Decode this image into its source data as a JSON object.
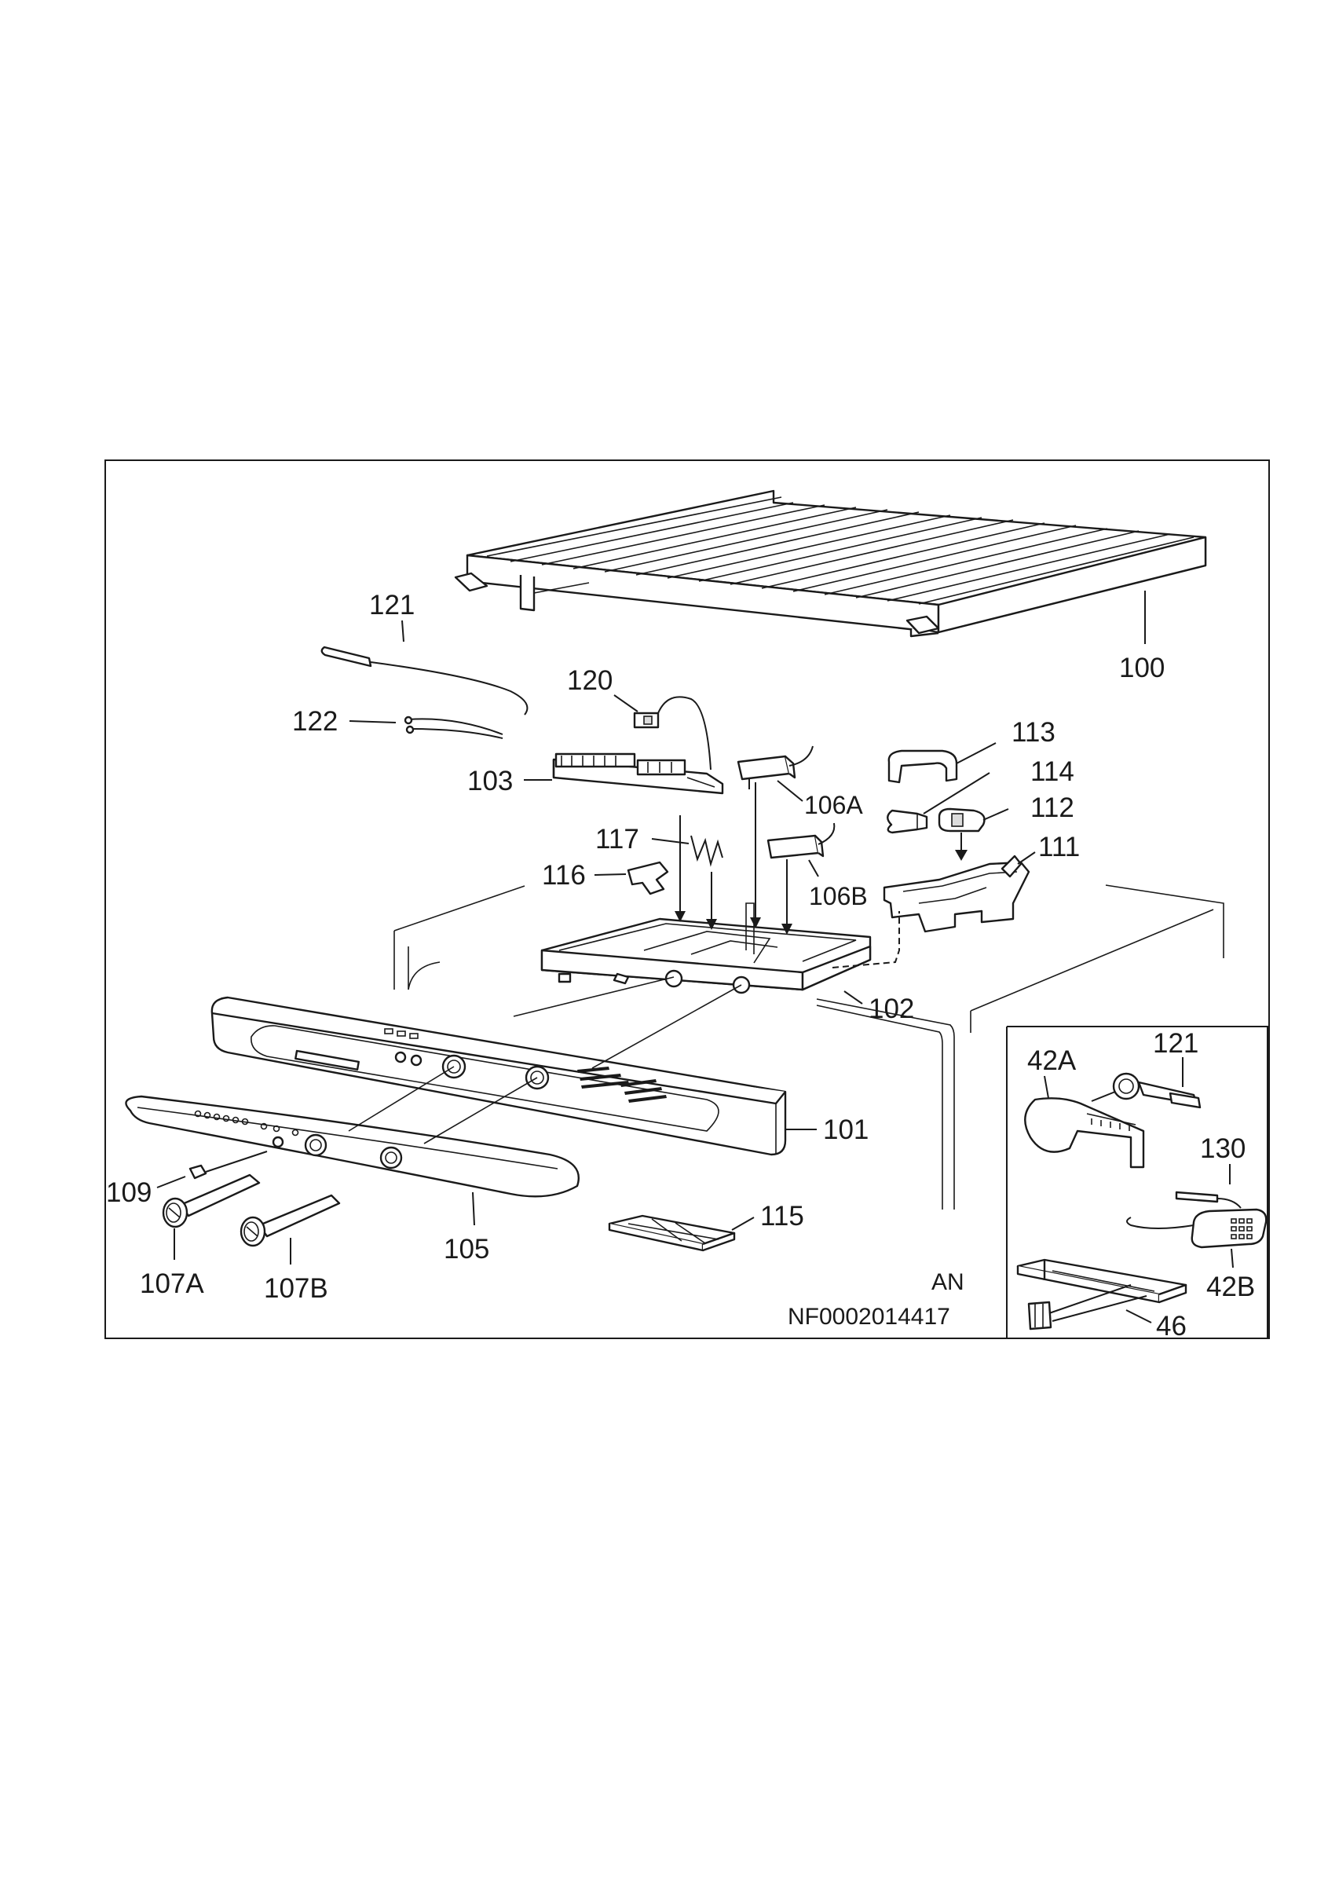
{
  "diagram": {
    "parts": [
      {
        "id": "100",
        "label": "100"
      },
      {
        "id": "101",
        "label": "101"
      },
      {
        "id": "102",
        "label": "102"
      },
      {
        "id": "103",
        "label": "103"
      },
      {
        "id": "105",
        "label": "105"
      },
      {
        "id": "106A",
        "label": "106A"
      },
      {
        "id": "106B",
        "label": "106B"
      },
      {
        "id": "107A",
        "label": "107A"
      },
      {
        "id": "107B",
        "label": "107B"
      },
      {
        "id": "109",
        "label": "109"
      },
      {
        "id": "111",
        "label": "111"
      },
      {
        "id": "112",
        "label": "112"
      },
      {
        "id": "113",
        "label": "113"
      },
      {
        "id": "114",
        "label": "114"
      },
      {
        "id": "115",
        "label": "115"
      },
      {
        "id": "116",
        "label": "116"
      },
      {
        "id": "117",
        "label": "117"
      },
      {
        "id": "120",
        "label": "120"
      },
      {
        "id": "121",
        "label": "121"
      },
      {
        "id": "122",
        "label": "122"
      }
    ],
    "inset_parts": [
      {
        "id": "42A",
        "label": "42A"
      },
      {
        "id": "121",
        "label": "121"
      },
      {
        "id": "130",
        "label": "130"
      },
      {
        "id": "42B",
        "label": "42B"
      },
      {
        "id": "46",
        "label": "46"
      }
    ],
    "variant_code": "AN",
    "drawing_number": "NF0002014417"
  }
}
